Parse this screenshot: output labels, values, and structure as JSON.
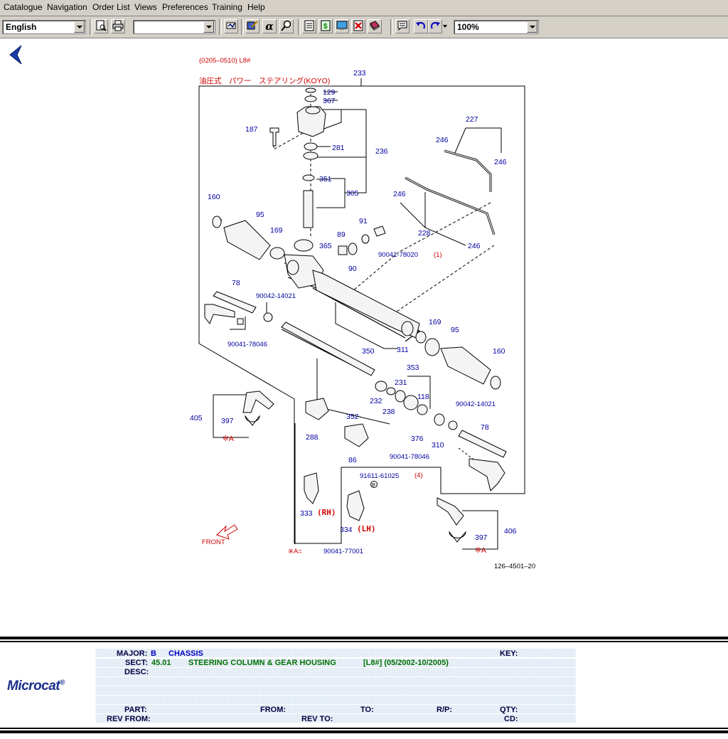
{
  "menu": [
    "Catalogue",
    "Navigation",
    "Order List",
    "Views",
    "Preferences",
    "Training",
    "Help"
  ],
  "toolbar": {
    "language": "English",
    "selector": "",
    "alpha_glyph": "α",
    "zoom": "100%"
  },
  "diagram": {
    "header_code": "(0205–0510) L8#",
    "header_title": "油圧式　パワー　ステアリング(KOYO)",
    "figure_no": "126–4501–20",
    "front_label": "FRONT",
    "note_a_label": "※A=",
    "note_a_part": "90041-77001",
    "callouts": [
      "233",
      "129",
      "367",
      "187",
      "281",
      "236",
      "351",
      "305",
      "160",
      "95",
      "169",
      "91",
      "89",
      "365",
      "90",
      "90041-78020",
      "(1)",
      "78",
      "90042-14021",
      "90041-78046",
      "227",
      "246",
      "246",
      "246",
      "228",
      "246",
      "169",
      "95",
      "160",
      "350",
      "311",
      "353",
      "231",
      "232",
      "238",
      "118",
      "352",
      "405",
      "397",
      "※A",
      "288",
      "86",
      "376",
      "310",
      "90042-14021",
      "78",
      "90041-78046",
      "91611-61025",
      "(4)",
      "333",
      "(RH)",
      "334",
      "(LH)",
      "406",
      "397",
      "※A"
    ]
  },
  "info": {
    "major_label": "MAJOR:",
    "major_code": "B",
    "major_name": "CHASSIS",
    "key_label": "KEY:",
    "sect_label": "SECT:",
    "sect_code": "45.01",
    "sect_name": "STEERING COLUMN & GEAR HOUSING",
    "sect_detail": "[L8#] (05/2002-10/2005)",
    "desc_label": "DESC:",
    "part_label": "PART:",
    "from_label": "FROM:",
    "to_label": "TO:",
    "rp_label": "R/P:",
    "qty_label": "QTY:",
    "revfrom_label": "REV FROM:",
    "revto_label": "REV TO:",
    "cd_label": "CD:",
    "logo": "Microcat",
    "logo_mark": "®"
  },
  "colors": {
    "window_bg": "#d4d0c8",
    "header_red": "#d00000",
    "callout_blue": "#0000a0",
    "field_navy": "#000040",
    "sect_green": "#007000",
    "major_blue": "#0000c0",
    "stripe": "#e2ebf5",
    "logo": "#1a2f8c"
  },
  "icons": [
    "back-arrow-icon",
    "print-preview-icon",
    "print-icon",
    "handshake-icon",
    "alpha-icon",
    "find-icon",
    "list-icon",
    "price-icon",
    "image-icon",
    "delete-icon",
    "book-icon",
    "note-icon",
    "undo-icon",
    "redo-icon"
  ]
}
